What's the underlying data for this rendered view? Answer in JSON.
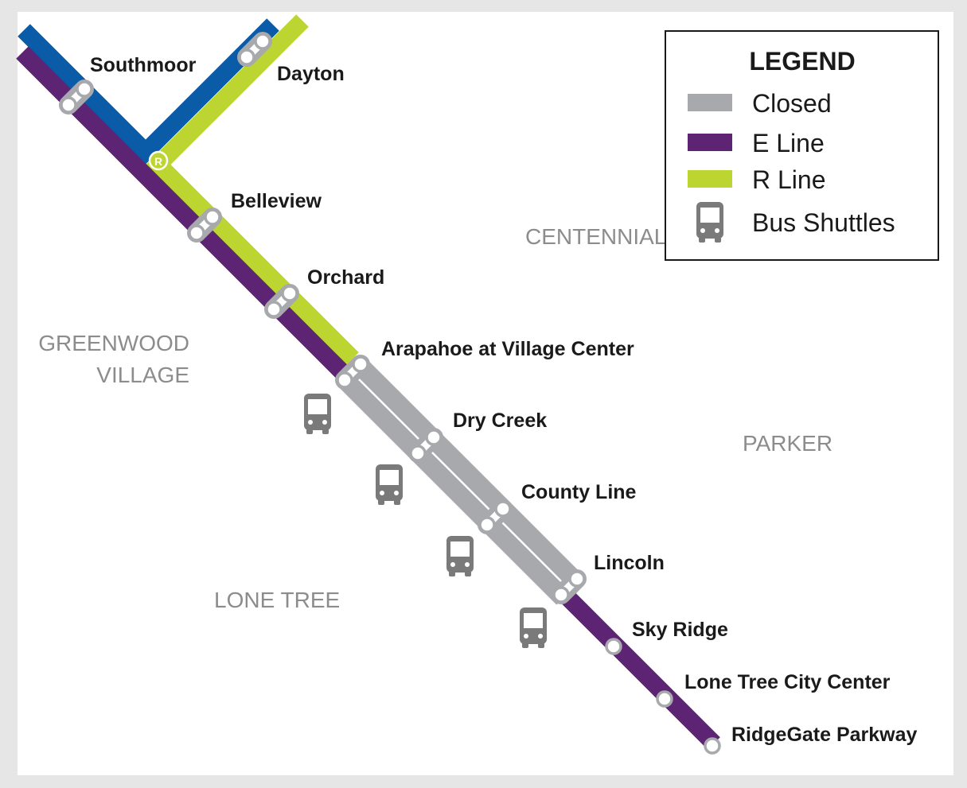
{
  "colors": {
    "blue_line": "#0a5ba8",
    "e_line": "#5e2474",
    "r_line": "#bcd531",
    "closed": "#a7a9ac",
    "bus": "#7a7a7a",
    "area_text": "#8c8c8c",
    "station_text": "#1a1a1a"
  },
  "stations": {
    "southmoor": "Southmoor",
    "dayton": "Dayton",
    "belleview": "Belleview",
    "orchard": "Orchard",
    "arapahoe": "Arapahoe at Village Center",
    "dry_creek": "Dry Creek",
    "county_line": "County Line",
    "lincoln": "Lincoln",
    "sky_ridge": "Sky Ridge",
    "lone_tree_city_center": "Lone Tree City Center",
    "ridgegate": "RidgeGate Parkway"
  },
  "areas": {
    "centennial": "CENTENNIAL",
    "greenwood_line1": "GREENWOOD",
    "greenwood_line2": "VILLAGE",
    "parker": "PARKER",
    "lone_tree": "LONE TREE"
  },
  "junction_badge": "R",
  "legend": {
    "title": "LEGEND",
    "items": [
      {
        "label": "Closed",
        "icon": "gray-swatch"
      },
      {
        "label": "E Line",
        "icon": "purple-swatch"
      },
      {
        "label": "R Line",
        "icon": "green-swatch"
      },
      {
        "label": "Bus Shuttles",
        "icon": "bus-icon"
      }
    ]
  }
}
